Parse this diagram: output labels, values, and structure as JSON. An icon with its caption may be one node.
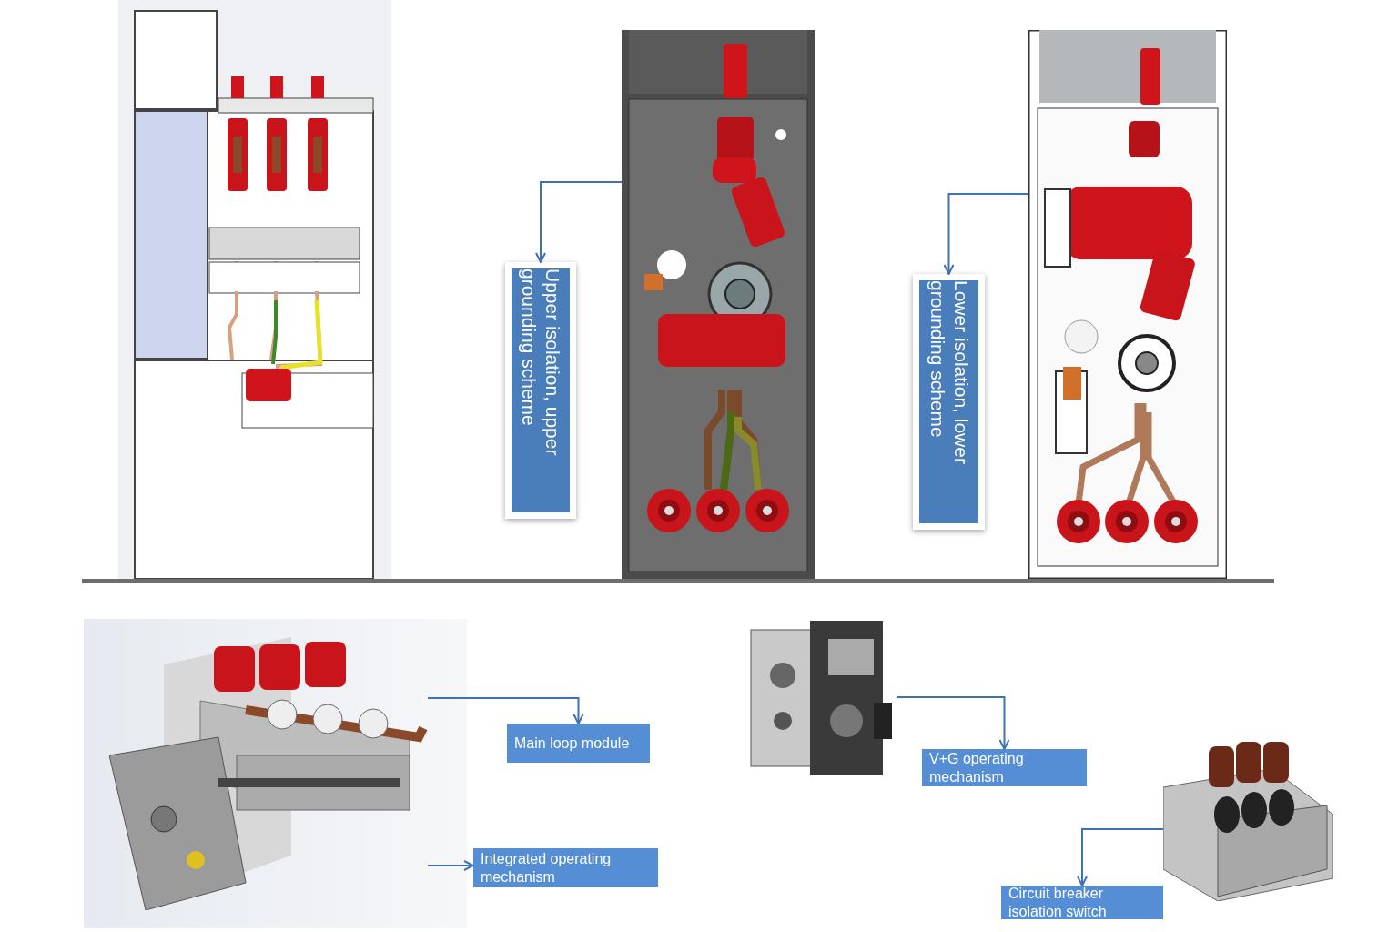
{
  "diagram": {
    "nodes": [
      {
        "text": [],
        "shape": "picture"
      },
      {
        "text": [
          "Upper isolation, upper grounding scheme"
        ]
      },
      {
        "text": [],
        "shape": "picture"
      },
      {
        "text": [
          "Lower isolation, lower grounding scheme"
        ]
      },
      {
        "text": [],
        "shape": "picture"
      },
      {
        "text": [
          "Main loop module"
        ]
      },
      {
        "text": [
          "Integrated operating mechanism"
        ]
      },
      {
        "text": [],
        "shape": "picture"
      },
      {
        "text": [
          "V+G operating mechanism"
        ]
      },
      {
        "text": [],
        "shape": "picture"
      },
      {
        "text": [
          "Circuit breaker isolation switch"
        ]
      }
    ],
    "edges": [
      {
        "from": 0,
        "to": 1,
        "arrow": "to"
      },
      {
        "from": 2,
        "to": 3,
        "arrow": "to"
      },
      {
        "from": 4,
        "to": 5,
        "arrow": "to"
      },
      {
        "from": 4,
        "to": 6,
        "arrow": "to"
      },
      {
        "from": 7,
        "to": 8,
        "arrow": "to"
      },
      {
        "from": 9,
        "to": 10,
        "arrow": "to"
      }
    ]
  }
}
